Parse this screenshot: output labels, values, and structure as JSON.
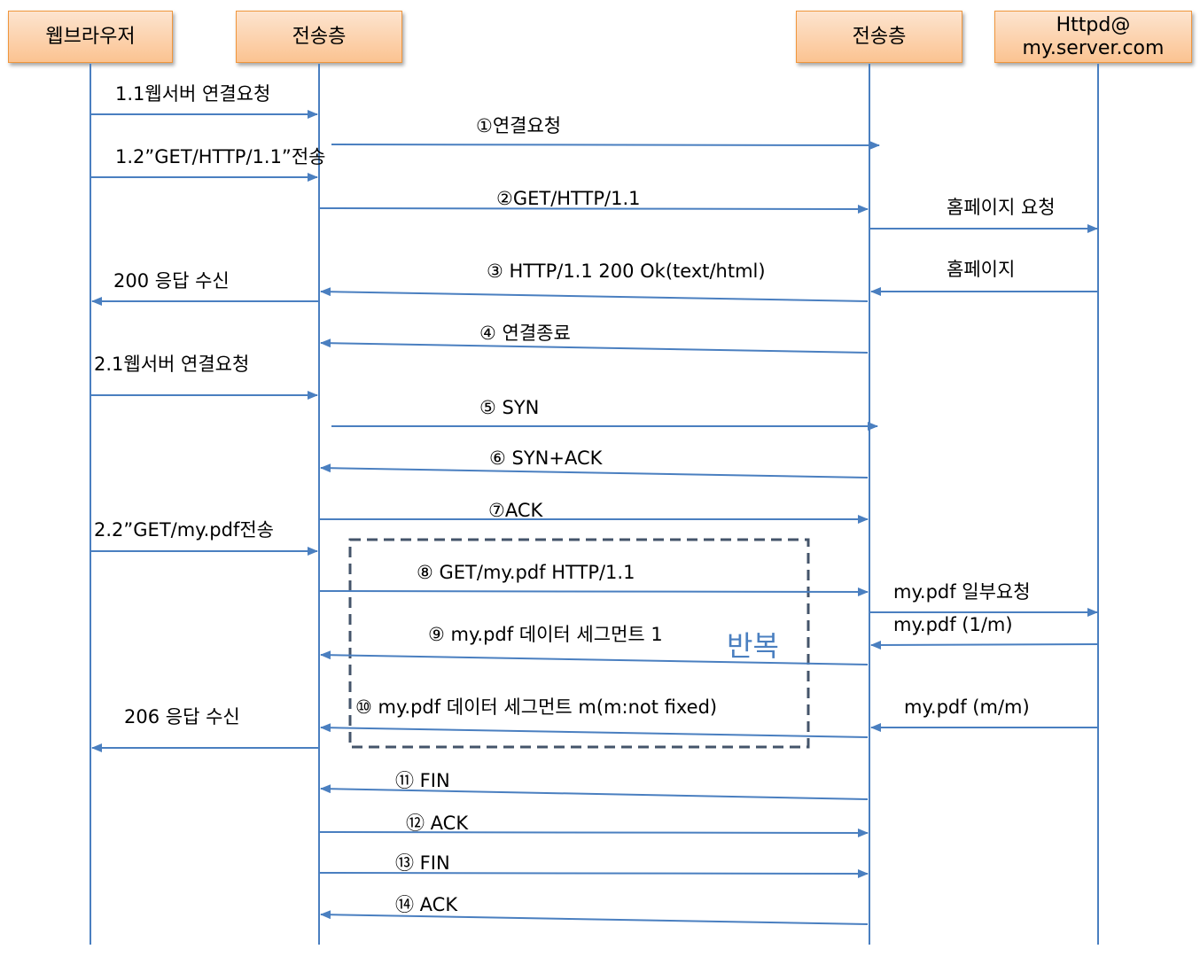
{
  "participants": [
    {
      "id": "browser",
      "label": "웹브라우저"
    },
    {
      "id": "tl1",
      "label": "전송층"
    },
    {
      "id": "tl2",
      "label": "전송층"
    },
    {
      "id": "httpd",
      "label": "Httpd@\nmy.server.com"
    }
  ],
  "messages": [
    {
      "from": "browser",
      "to": "tl1",
      "label": "1.1웹서버 연결요청"
    },
    {
      "from": "tl1",
      "to": "tl2",
      "label": "①연결요청"
    },
    {
      "from": "browser",
      "to": "tl1",
      "label": "1.2”GET/HTTP/1.1”전송"
    },
    {
      "from": "tl1",
      "to": "tl2",
      "label": "②GET/HTTP/1.1"
    },
    {
      "from": "tl2",
      "to": "httpd",
      "label": "홈페이지 요청"
    },
    {
      "from": "tl2",
      "to": "tl1",
      "label": "③ HTTP/1.1 200 Ok(text/html)"
    },
    {
      "from": "tl1",
      "to": "browser",
      "label": "200 응답 수신"
    },
    {
      "from": "httpd",
      "to": "tl2",
      "label": "홈페이지"
    },
    {
      "from": "tl2",
      "to": "tl1",
      "label": "④ 연결종료"
    },
    {
      "from": "browser",
      "to": "tl1",
      "label": "2.1웹서버 연결요청"
    },
    {
      "from": "tl1",
      "to": "tl2",
      "label": "⑤ SYN"
    },
    {
      "from": "tl2",
      "to": "tl1",
      "label": "⑥ SYN+ACK"
    },
    {
      "from": "tl1",
      "to": "tl2",
      "label": "⑦ACK"
    },
    {
      "from": "browser",
      "to": "tl1",
      "label": "2.2”GET/my.pdf전송"
    },
    {
      "from": "tl1",
      "to": "tl2",
      "label": "⑧ GET/my.pdf HTTP/1.1"
    },
    {
      "from": "tl2",
      "to": "httpd",
      "label": "my.pdf 일부요청"
    },
    {
      "from": "httpd",
      "to": "tl2",
      "label": "my.pdf   (1/m)"
    },
    {
      "from": "tl2",
      "to": "tl1",
      "label": "⑨ my.pdf 데이터 세그먼트 1"
    },
    {
      "from": "httpd",
      "to": "tl2",
      "label": "my.pdf   (m/m)"
    },
    {
      "from": "tl2",
      "to": "tl1",
      "label": "⑩ my.pdf 데이터 세그먼트 m(m:not fixed)"
    },
    {
      "from": "tl1",
      "to": "browser",
      "label": "206 응답 수신"
    },
    {
      "from": "tl2",
      "to": "tl1",
      "label": "⑪ FIN"
    },
    {
      "from": "tl1",
      "to": "tl2",
      "label": "⑫ ACK"
    },
    {
      "from": "tl1",
      "to": "tl2",
      "label": "⑬ FIN"
    },
    {
      "from": "tl2",
      "to": "tl1",
      "label": "⑭ ACK"
    }
  ],
  "repeat_box": {
    "label": "반복"
  },
  "colors": {
    "line": "#4a7fc0",
    "box_border": "#44546a",
    "header_border": "#f0963c",
    "header_fill": "#fbc391"
  }
}
